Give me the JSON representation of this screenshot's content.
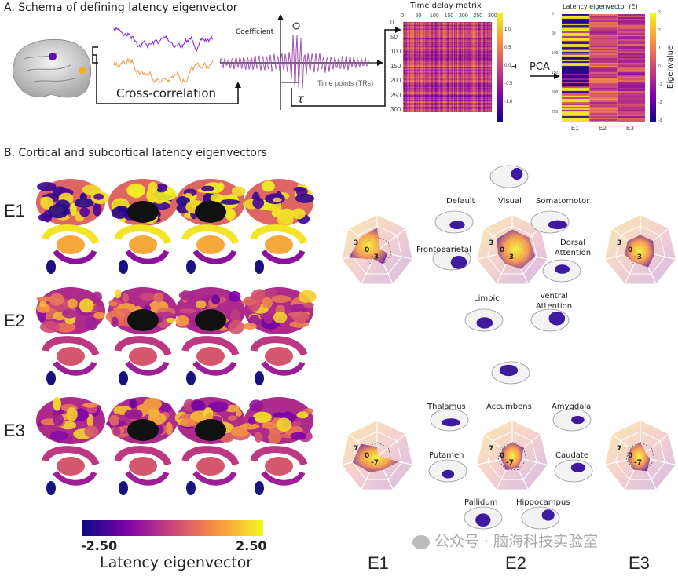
{
  "panel_a": {
    "title": "A. Schema of defining latency eigenvector",
    "cross_correlation_label": "Cross-correlation",
    "coefficient_label": "Coefficient",
    "time_points_label": "Time points (TRs)",
    "tau_label": "τ",
    "time_delay_matrix": {
      "title": "Time delay matrix",
      "x_ticks": [
        "0",
        "50",
        "100",
        "150",
        "200",
        "250",
        "300"
      ],
      "y_ticks": [
        "0",
        "50",
        "100",
        "150",
        "200",
        "250",
        "300"
      ],
      "colorbar_ticks": [
        "1.0",
        "0.5",
        "0.0",
        "-0.5",
        "-1.0"
      ],
      "colorbar_label": "τ"
    },
    "pca_label": "PCA",
    "latency_matrix": {
      "title": "Latency eigenvector (E)",
      "y_ticks": [
        "0",
        "50",
        "100",
        "150",
        "200",
        "250"
      ],
      "x_ticks": [
        "E1",
        "E2",
        "E3"
      ],
      "colorbar_ticks": [
        "3",
        "2",
        "1",
        "0",
        "-1",
        "-2",
        "-3"
      ],
      "colorbar_label": "Eigenvalue"
    }
  },
  "panel_b": {
    "title": "B. Cortical and subcortical latency eigenvectors",
    "rows": [
      "E1",
      "E2",
      "E3"
    ],
    "colorbar": {
      "min_label": "-2.50",
      "max_label": "2.50",
      "label": "Latency eigenvector",
      "colors": [
        "#0d0887",
        "#7e03a8",
        "#cc4778",
        "#f89540",
        "#f0f921"
      ]
    },
    "cortical_radar": {
      "ticks": [
        "3",
        "0",
        "-3"
      ],
      "axes": [
        "Visual",
        "Somatomotor",
        "Dorsal Attention",
        "Ventral Attention",
        "Limbic",
        "Frontoparietal",
        "Default"
      ],
      "series": [
        {
          "name": "E1",
          "values": [
            2.5,
            -3,
            -1,
            0,
            -1.5,
            4,
            2
          ]
        },
        {
          "name": "E2",
          "values": [
            2,
            2,
            2.5,
            1.5,
            0,
            0,
            1.5
          ]
        },
        {
          "name": "E3",
          "values": [
            0.5,
            0.5,
            0,
            1,
            -0.5,
            0.5,
            0.5
          ]
        }
      ]
    },
    "subcortical_radar": {
      "ticks": [
        "7",
        "0",
        "-7"
      ],
      "axes": [
        "Accumbens",
        "Amygdala",
        "Caudate",
        "Hippocampus",
        "Pallidum",
        "Putamen",
        "Thalamus"
      ],
      "series": [
        {
          "name": "E1",
          "values": [
            -3,
            -9,
            5,
            0,
            2,
            7,
            4
          ]
        },
        {
          "name": "E2",
          "values": [
            0,
            0,
            -3,
            -1,
            0,
            -2,
            -1
          ]
        },
        {
          "name": "E3",
          "values": [
            0,
            -5,
            -3,
            1,
            0,
            -1,
            -1
          ]
        }
      ]
    },
    "column_labels": [
      "E1",
      "E2",
      "E3"
    ]
  },
  "watermark": "公众号 · 脑海科技实验室"
}
